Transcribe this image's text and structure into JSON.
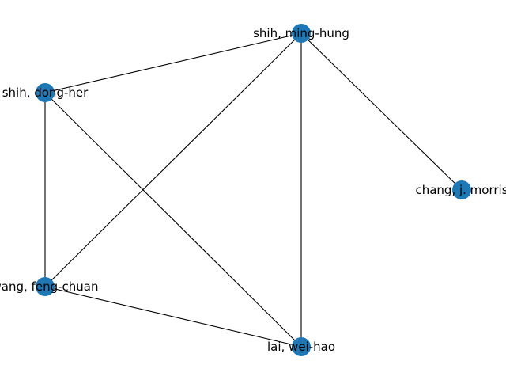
{
  "graph": {
    "node_color": "#1f77b4",
    "edge_color": "#000000",
    "nodes": [
      {
        "id": "shih_ming_hung",
        "label": "shih, ming-hung"
      },
      {
        "id": "shih_dong_her",
        "label": "shih, dong-her"
      },
      {
        "id": "chang_j_morris",
        "label": "chang, j. morris"
      },
      {
        "id": "wang_feng_chuan",
        "label": "wang, feng-chuan"
      },
      {
        "id": "lai_wei_hao",
        "label": "lai, wei-hao"
      }
    ],
    "edges": [
      {
        "source": "shih_ming_hung",
        "target": "shih_dong_her"
      },
      {
        "source": "shih_ming_hung",
        "target": "wang_feng_chuan"
      },
      {
        "source": "shih_ming_hung",
        "target": "lai_wei_hao"
      },
      {
        "source": "shih_ming_hung",
        "target": "chang_j_morris"
      },
      {
        "source": "shih_dong_her",
        "target": "wang_feng_chuan"
      },
      {
        "source": "shih_dong_her",
        "target": "lai_wei_hao"
      },
      {
        "source": "wang_feng_chuan",
        "target": "lai_wei_hao"
      }
    ]
  }
}
